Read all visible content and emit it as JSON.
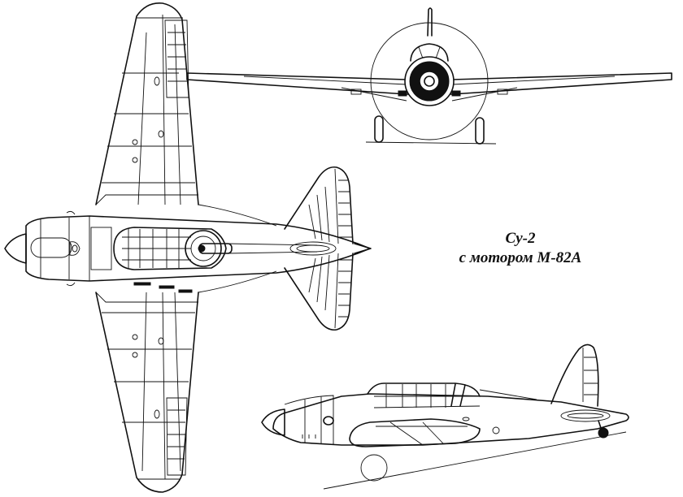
{
  "caption": {
    "title": "Су-2",
    "subtitle": "с мотором М-82А"
  },
  "views": [
    {
      "name": "top-view",
      "description": "Plan view of aircraft (wings, fuselage, tailplane)"
    },
    {
      "name": "front-view",
      "description": "Frontal view with propeller disc and landing gear"
    },
    {
      "name": "side-view",
      "description": "Side profile with canopy, fin, and ground line"
    }
  ],
  "colors": {
    "line": "#111111",
    "background": "#ffffff"
  }
}
